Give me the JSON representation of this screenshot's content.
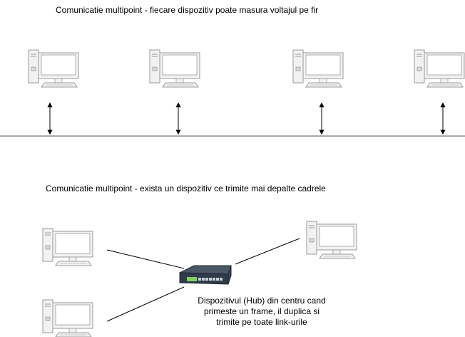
{
  "diagram": {
    "top_section": {
      "title": "Comunicatie multipoint - fiecare dispozitiv poate masura voltajul pe fir",
      "devices": [
        {
          "icon": "computer-icon"
        },
        {
          "icon": "computer-icon"
        },
        {
          "icon": "computer-icon"
        },
        {
          "icon": "computer-icon"
        }
      ],
      "connection": "bidirectional-arrow"
    },
    "bottom_section": {
      "title": "Comunicatie multipoint - exista un dispozitiv ce trimite mai depalte cadrele",
      "devices": [
        {
          "icon": "computer-icon"
        },
        {
          "icon": "computer-icon"
        },
        {
          "icon": "computer-icon"
        }
      ],
      "hub": {
        "icon": "network-switch-icon",
        "caption_lines": [
          "Dispozitivul (Hub) din centru cand",
          "primeste un frame, il duplica si",
          "trimite pe toate link-urile"
        ]
      }
    },
    "colors": {
      "computer_fill": "#f2f2f2",
      "computer_stroke": "#9b9b9b",
      "screen": "#ffffff",
      "line": "#000000",
      "hub_body": "#2f3a4a",
      "hub_port_light": "#7fd35a"
    }
  }
}
